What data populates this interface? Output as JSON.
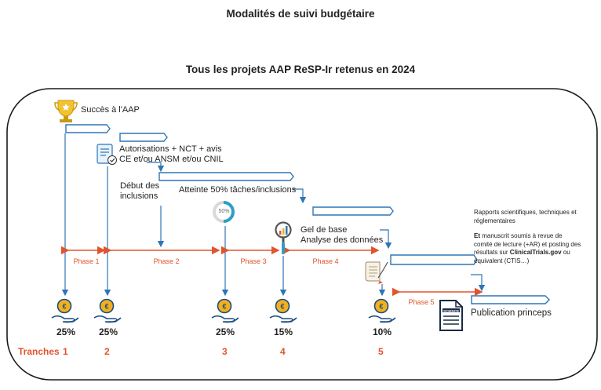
{
  "header": {
    "title": "Modalités de suivi budgétaire",
    "subtitle": "Tous les projets AAP ReSP-Ir retenus en 2024"
  },
  "milestones": {
    "success": "Succès à l'AAP",
    "authorizations_line1": "Autorisations + NCT + avis",
    "authorizations_line2": "CE et/ou ANSM et/ou CNIL",
    "inclusions_line1": "Début des",
    "inclusions_line2": "inclusions",
    "halfway": "Atteinte 50% tâches/inclusions",
    "halfway_gauge": "50%",
    "freeze_line1": "Gel de base",
    "freeze_line2": "Analyse des données",
    "reports_line1": "Rapports scientifiques, techniques et",
    "reports_line2": "réglementaires",
    "manuscript_line1_bold": "Et",
    "manuscript_line1_rest": " manuscrit soumis à revue de",
    "manuscript_line2": "comité de lecture (+AR) et posting des",
    "manuscript_line3_pre": "résultats sur ",
    "manuscript_line3_bold": "ClinicalTrials.gov",
    "manuscript_line3_post": " ou",
    "manuscript_line4": "équivalent (CTIS…)",
    "publication": "Publication princeps",
    "doc_label": "SCIENCE"
  },
  "phases": [
    "Phase 1",
    "Phase 2",
    "Phase 3",
    "Phase 4",
    "Phase 5"
  ],
  "tranches": {
    "label": "Tranches",
    "items": [
      {
        "number": "1",
        "percent": "25%"
      },
      {
        "number": "2",
        "percent": "25%"
      },
      {
        "number": "3",
        "percent": "25%"
      },
      {
        "number": "4",
        "percent": "15%"
      },
      {
        "number": "5",
        "percent": "10%"
      }
    ]
  },
  "colors": {
    "arrow_blue": "#2e75b6",
    "phase_orange": "#e0552d",
    "coin_gold": "#f2b01e",
    "trophy_gold": "#f2c230"
  }
}
